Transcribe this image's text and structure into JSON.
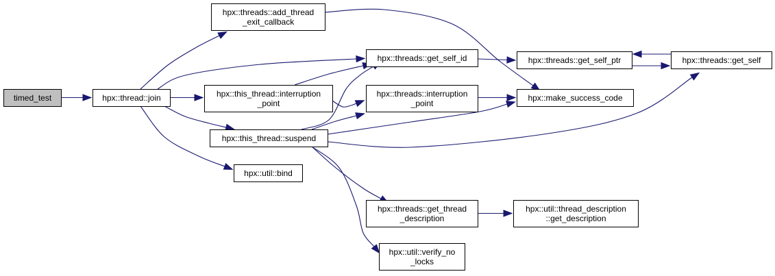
{
  "graph": {
    "nodes": [
      {
        "id": "timed_test",
        "lines": [
          "timed_test"
        ],
        "root": true
      },
      {
        "id": "thread_join",
        "lines": [
          "hpx::thread::join"
        ]
      },
      {
        "id": "add_thread_exit_callback",
        "lines": [
          "hpx::threads::add_thread",
          "_exit_callback"
        ]
      },
      {
        "id": "get_self_id",
        "lines": [
          "hpx::threads::get_self_id"
        ]
      },
      {
        "id": "get_self_ptr",
        "lines": [
          "hpx::threads::get_self_ptr"
        ]
      },
      {
        "id": "get_self",
        "lines": [
          "hpx::threads::get_self"
        ]
      },
      {
        "id": "this_thread_interruption_point",
        "lines": [
          "hpx::this_thread::interruption",
          "_point"
        ]
      },
      {
        "id": "threads_interruption_point",
        "lines": [
          "hpx::threads::interruption",
          "_point"
        ]
      },
      {
        "id": "make_success_code",
        "lines": [
          "hpx::make_success_code"
        ]
      },
      {
        "id": "suspend",
        "lines": [
          "hpx::this_thread::suspend"
        ]
      },
      {
        "id": "util_bind",
        "lines": [
          "hpx::util::bind"
        ]
      },
      {
        "id": "get_thread_description",
        "lines": [
          "hpx::threads::get_thread",
          "_description"
        ]
      },
      {
        "id": "thread_description_get_description",
        "lines": [
          "hpx::util::thread_description",
          "::get_description"
        ]
      },
      {
        "id": "verify_no_locks",
        "lines": [
          "hpx::util::verify_no",
          "_locks"
        ]
      }
    ],
    "edges": [
      {
        "from": "timed_test",
        "to": "thread_join"
      },
      {
        "from": "thread_join",
        "to": "add_thread_exit_callback"
      },
      {
        "from": "thread_join",
        "to": "get_self_id"
      },
      {
        "from": "thread_join",
        "to": "this_thread_interruption_point"
      },
      {
        "from": "thread_join",
        "to": "suspend"
      },
      {
        "from": "thread_join",
        "to": "util_bind"
      },
      {
        "from": "add_thread_exit_callback",
        "to": "make_success_code"
      },
      {
        "from": "get_self_id",
        "to": "get_self_ptr"
      },
      {
        "from": "get_self_ptr",
        "to": "get_self"
      },
      {
        "from": "get_self",
        "to": "get_self_ptr"
      },
      {
        "from": "this_thread_interruption_point",
        "to": "get_self_id"
      },
      {
        "from": "this_thread_interruption_point",
        "to": "threads_interruption_point"
      },
      {
        "from": "threads_interruption_point",
        "to": "make_success_code"
      },
      {
        "from": "suspend",
        "to": "get_self_id"
      },
      {
        "from": "suspend",
        "to": "threads_interruption_point"
      },
      {
        "from": "suspend",
        "to": "make_success_code"
      },
      {
        "from": "suspend",
        "to": "get_self"
      },
      {
        "from": "suspend",
        "to": "get_thread_description"
      },
      {
        "from": "suspend",
        "to": "verify_no_locks"
      },
      {
        "from": "get_thread_description",
        "to": "thread_description_get_description"
      }
    ]
  },
  "colors": {
    "edge": "#191970",
    "node_border": "#000000",
    "node_fill": "#ffffff",
    "root_fill": "#bfbfbf"
  }
}
